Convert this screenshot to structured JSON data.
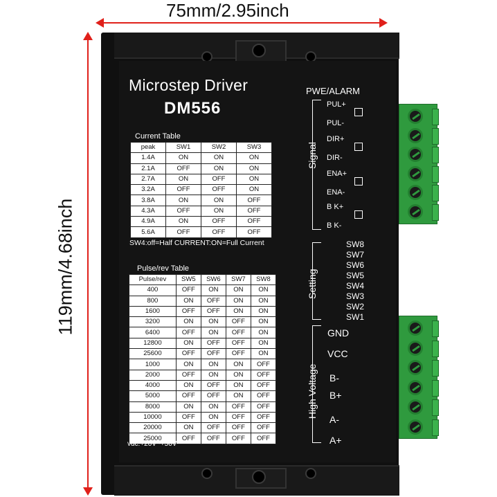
{
  "dimensions": {
    "width_label": "75mm/2.95inch",
    "height_label": "119mm/4.68inch",
    "arrow_color": "#e0201a"
  },
  "device": {
    "title": "Microstep Driver",
    "model": "DM556",
    "body_color": "#101010",
    "terminal_color": "#2f9a3e"
  },
  "current_table": {
    "caption": "Current Table",
    "headers": [
      "peak",
      "SW1",
      "SW2",
      "SW3"
    ],
    "rows": [
      [
        "1.4A",
        "ON",
        "ON",
        "ON"
      ],
      [
        "2.1A",
        "OFF",
        "ON",
        "ON"
      ],
      [
        "2.7A",
        "ON",
        "OFF",
        "ON"
      ],
      [
        "3.2A",
        "OFF",
        "OFF",
        "ON"
      ],
      [
        "3.8A",
        "ON",
        "ON",
        "OFF"
      ],
      [
        "4.3A",
        "OFF",
        "ON",
        "OFF"
      ],
      [
        "4.9A",
        "ON",
        "OFF",
        "OFF"
      ],
      [
        "5.6A",
        "OFF",
        "OFF",
        "OFF"
      ]
    ],
    "note": "SW4:off=Half CURRENT:ON=Full Current"
  },
  "pulse_table": {
    "caption": "Pulse/rev Table",
    "headers": [
      "Pulse/rev",
      "SW5",
      "SW6",
      "SW7",
      "SW8"
    ],
    "rows": [
      [
        "400",
        "OFF",
        "ON",
        "ON",
        "ON"
      ],
      [
        "800",
        "ON",
        "OFF",
        "ON",
        "ON"
      ],
      [
        "1600",
        "OFF",
        "OFF",
        "ON",
        "ON"
      ],
      [
        "3200",
        "ON",
        "ON",
        "OFF",
        "ON"
      ],
      [
        "6400",
        "OFF",
        "ON",
        "OFF",
        "ON"
      ],
      [
        "12800",
        "ON",
        "OFF",
        "OFF",
        "ON"
      ],
      [
        "25600",
        "OFF",
        "OFF",
        "OFF",
        "ON"
      ],
      [
        "1000",
        "ON",
        "ON",
        "ON",
        "OFF"
      ],
      [
        "2000",
        "OFF",
        "ON",
        "ON",
        "OFF"
      ],
      [
        "4000",
        "ON",
        "OFF",
        "ON",
        "OFF"
      ],
      [
        "5000",
        "OFF",
        "OFF",
        "ON",
        "OFF"
      ],
      [
        "8000",
        "ON",
        "ON",
        "OFF",
        "OFF"
      ],
      [
        "10000",
        "OFF",
        "ON",
        "OFF",
        "OFF"
      ],
      [
        "20000",
        "ON",
        "OFF",
        "OFF",
        "OFF"
      ],
      [
        "25000",
        "OFF",
        "OFF",
        "OFF",
        "OFF"
      ]
    ],
    "note": "vdc:+20V~+50V"
  },
  "signal": {
    "header": "PWE/ALARM",
    "section_label": "Signal",
    "pins": [
      "PUL+",
      "PUL-",
      "DIR+",
      "DIR-",
      "ENA+",
      "ENA-",
      "B K+",
      "B K-"
    ]
  },
  "setting": {
    "section_label": "Setting",
    "switches": [
      "SW8",
      "SW7",
      "SW6",
      "SW5",
      "SW4",
      "SW3",
      "SW2",
      "SW1"
    ]
  },
  "high_voltage": {
    "section_label": "High Voltage",
    "pins": [
      "GND",
      "VCC",
      "B-",
      "B+",
      "A-",
      "A+"
    ]
  }
}
